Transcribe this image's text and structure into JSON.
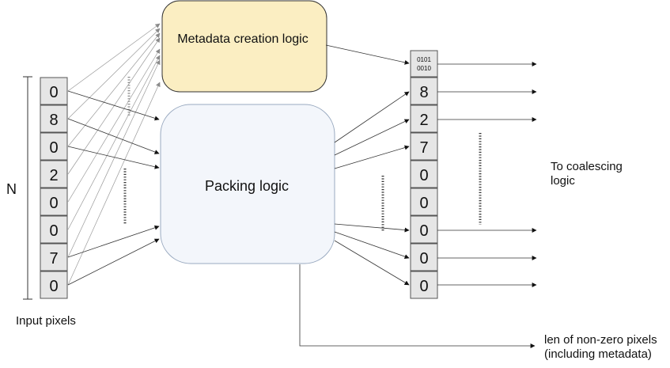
{
  "title_n": "N",
  "input_caption": "Input pixels",
  "input_values": [
    "0",
    "8",
    "0",
    "2",
    "0",
    "0",
    "7",
    "0"
  ],
  "metadata_box_label": "Metadata creation logic",
  "packing_box_label": "Packing logic",
  "metadata_bits_line1": "0101",
  "metadata_bits_line2": "0010",
  "output_values": [
    "8",
    "2",
    "7",
    "0",
    "0",
    "0",
    "0",
    "0"
  ],
  "coalescing_line1": "To coalescing",
  "coalescing_line2": "logic",
  "len_line1": "len of non-zero pixels",
  "len_line2": "(including metadata)",
  "colors": {
    "metadata_fill": "#fbeec2",
    "packing_fill": "#f3f6fb",
    "cell_fill": "#e6e6e6"
  }
}
